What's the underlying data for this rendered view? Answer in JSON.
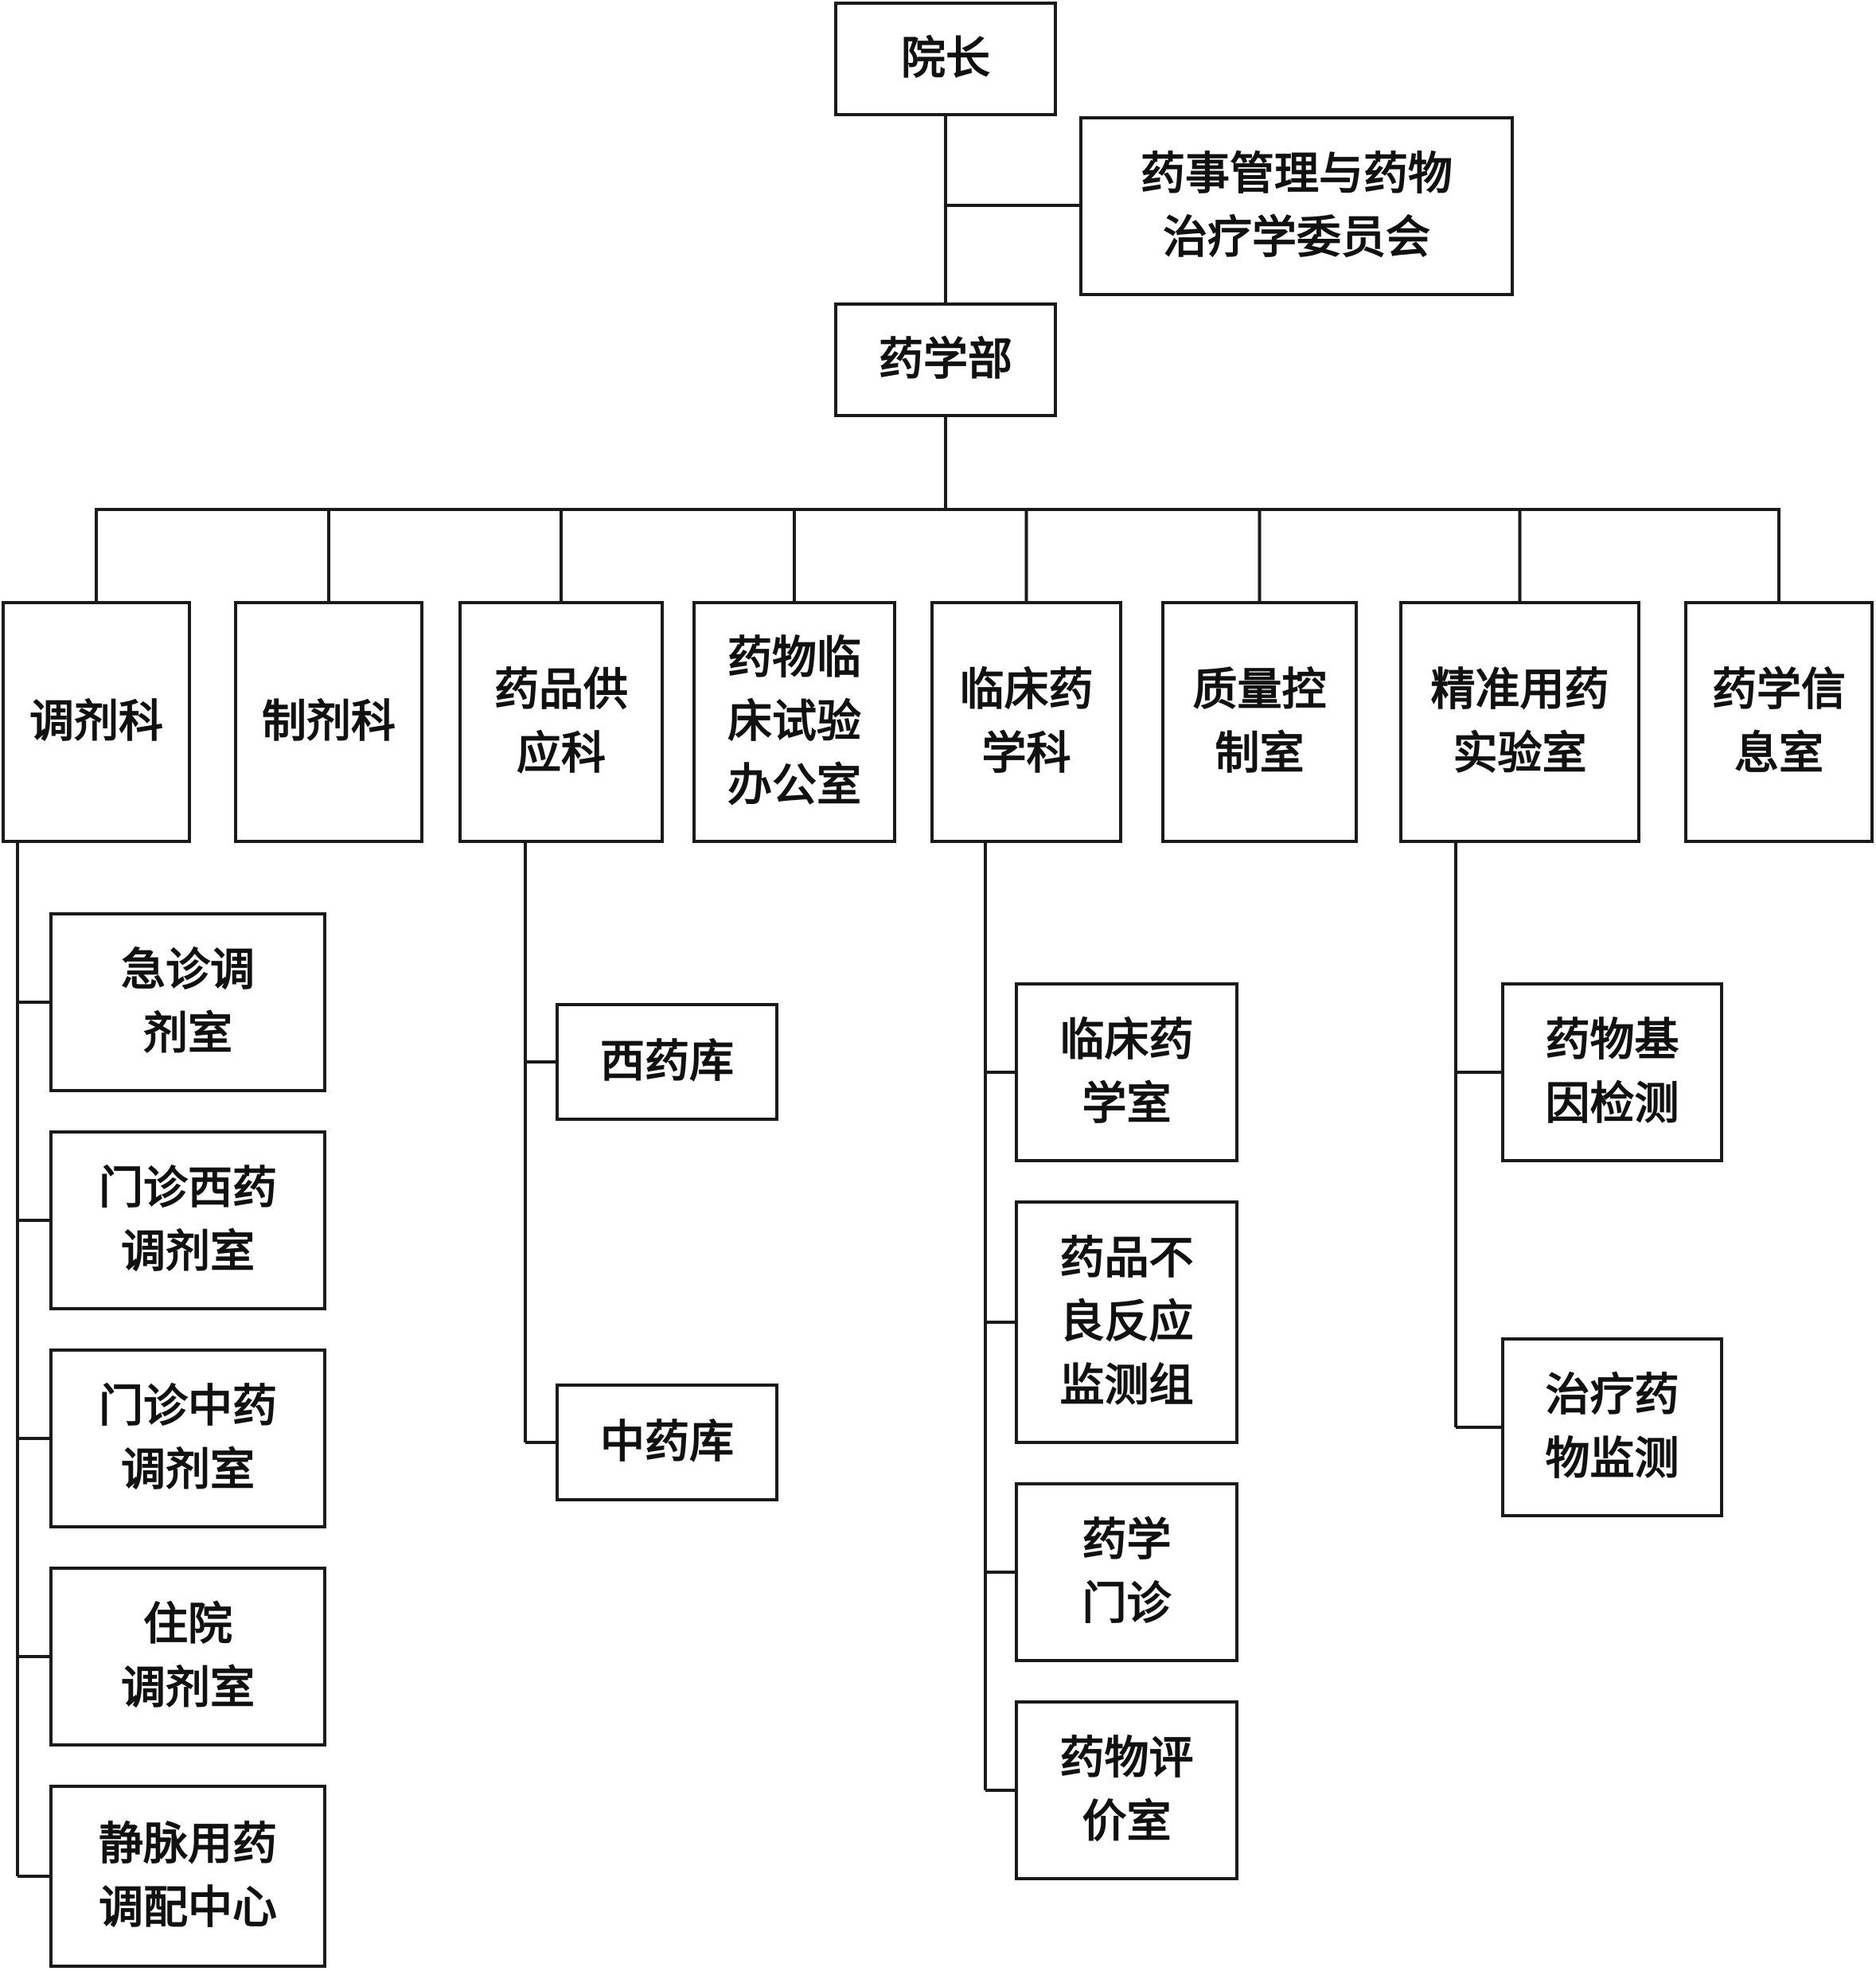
{
  "org": {
    "top": {
      "lines": [
        "院长"
      ]
    },
    "committee": {
      "lines": [
        "药事管理与药物",
        "治疗学委员会"
      ]
    },
    "dept": {
      "lines": [
        "药学部"
      ]
    },
    "units": [
      {
        "lines": [
          "调剂科"
        ]
      },
      {
        "lines": [
          "制剂科"
        ]
      },
      {
        "lines": [
          "药品供",
          "应科"
        ]
      },
      {
        "lines": [
          "药物临",
          "床试验",
          "办公室"
        ]
      },
      {
        "lines": [
          "临床药",
          "学科"
        ]
      },
      {
        "lines": [
          "质量控",
          "制室"
        ]
      },
      {
        "lines": [
          "精准用药",
          "实验室"
        ]
      },
      {
        "lines": [
          "药学信",
          "息室"
        ]
      }
    ],
    "subunits": [
      [
        {
          "lines": [
            "急诊调",
            "剂室"
          ]
        },
        {
          "lines": [
            "门诊西药",
            "调剂室"
          ]
        },
        {
          "lines": [
            "门诊中药",
            "调剂室"
          ]
        },
        {
          "lines": [
            "住院",
            "调剂室"
          ]
        },
        {
          "lines": [
            "静脉用药",
            "调配中心"
          ]
        }
      ],
      [],
      [
        {
          "lines": [
            "西药库"
          ]
        },
        {
          "lines": [
            "中药库"
          ]
        }
      ],
      [],
      [
        {
          "lines": [
            "临床药",
            "学室"
          ]
        },
        {
          "lines": [
            "药品不",
            "良反应",
            "监测组"
          ]
        },
        {
          "lines": [
            "药学",
            "门诊"
          ]
        },
        {
          "lines": [
            "药物评",
            "价室"
          ]
        }
      ],
      [],
      [
        {
          "lines": [
            "药物基",
            "因检测"
          ]
        },
        {
          "lines": [
            "治疗药",
            "物监测"
          ]
        }
      ],
      []
    ]
  }
}
